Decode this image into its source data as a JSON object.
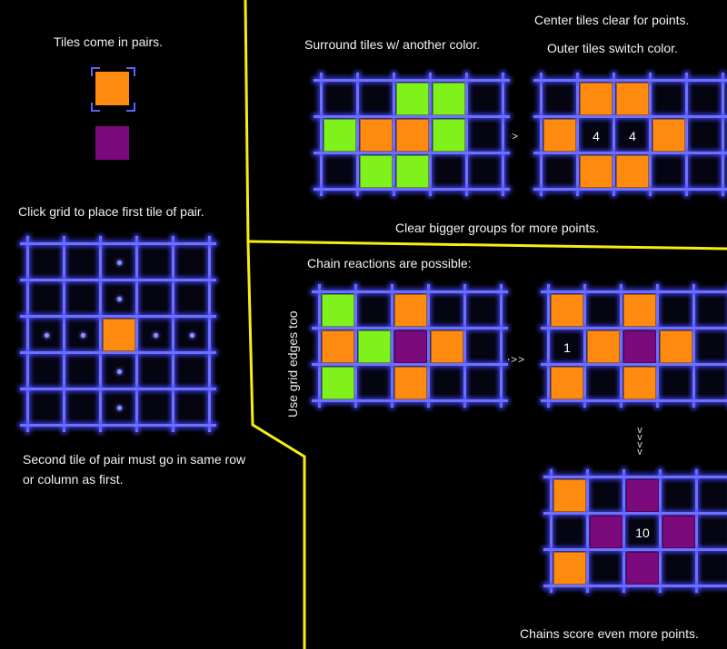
{
  "colors": {
    "orange": "#ff8a10",
    "green": "#7ff21c",
    "purple": "#7b0a7c",
    "divider": "#f6ee12"
  },
  "texts": {
    "pairs": "Tiles come in pairs.",
    "surround": "Surround tiles w/ another color.",
    "center_clear": "Center tiles clear for points.",
    "outer_switch": "Outer tiles switch color.",
    "click_grid": "Click grid to place first tile of pair.",
    "bigger_groups": "Clear bigger groups for more points.",
    "chain_possible": "Chain reactions are possible:",
    "grid_edges": "Use grid edges too",
    "second_tile": "Second tile of pair must go in same row or column as first.",
    "chains_score": "Chains score even more points.",
    "arrow": ">>>>"
  },
  "examples": {
    "surround_before": [
      "..GG.",
      "GOOG.",
      ".GG.."
    ],
    "surround_after": [
      ".OO..",
      "O44O.",
      ".OO.."
    ],
    "click_grid": [
      ".....",
      ".....",
      "..O..",
      ".....",
      "....."
    ],
    "chain_1": [
      "G.O..",
      "OGPO.",
      "G.O.."
    ],
    "chain_2": [
      "O.O..",
      "1OPO.",
      "O.O.."
    ],
    "chain_3": [
      "O.P..",
      ".PXP.",
      "O.P.."
    ]
  },
  "scores": {
    "surround": "4",
    "chain_first": "1",
    "chain_final": "10"
  }
}
